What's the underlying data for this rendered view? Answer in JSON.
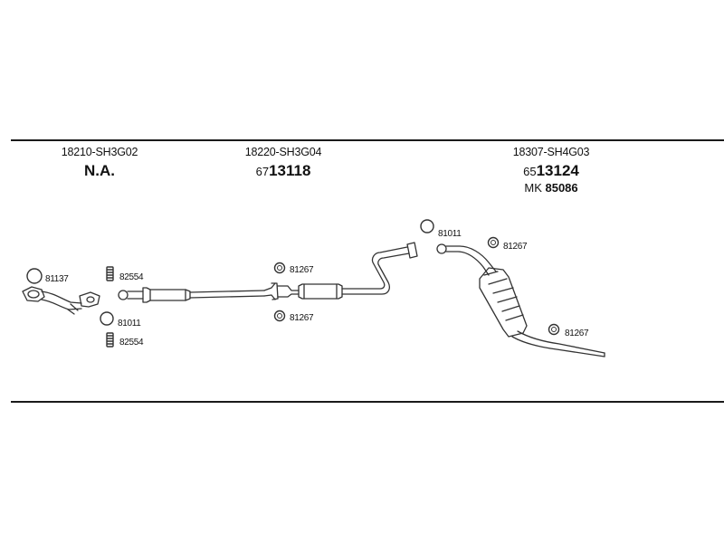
{
  "parts": [
    {
      "oe": "18210-SH3G02",
      "code": "N.A."
    },
    {
      "oe": "18220-SH3G04",
      "prefix": "67",
      "code": "13118"
    },
    {
      "oe": "18307-SH4G03",
      "prefix": "65",
      "code": "13124",
      "mk_label": "MK",
      "mk_code": "85086"
    }
  ],
  "callouts": {
    "front_ring": "81137",
    "front_spring_top": "82554",
    "front_ring_bottom": "81011",
    "front_spring_bottom": "82554",
    "mid_ring_top": "81267",
    "mid_ring_bottom": "81267",
    "rear_ring_left": "81011",
    "rear_ring_right": "81267",
    "rear_ring_lower": "81267"
  },
  "colors": {
    "line": "#1a1a1a",
    "part": "#333333"
  }
}
